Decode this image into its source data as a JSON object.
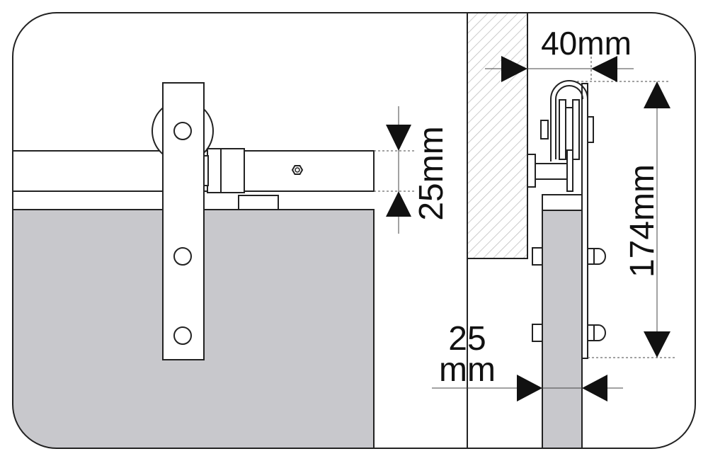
{
  "labels": {
    "rail_thickness": "25mm",
    "wall_offset": "40mm",
    "hanger_height": "174mm",
    "door_thickness_value": "25",
    "door_thickness_unit": "mm"
  },
  "colors": {
    "door_fill": "#c8c8cc",
    "line": "#222222",
    "hatch": "#bbbbbb"
  }
}
